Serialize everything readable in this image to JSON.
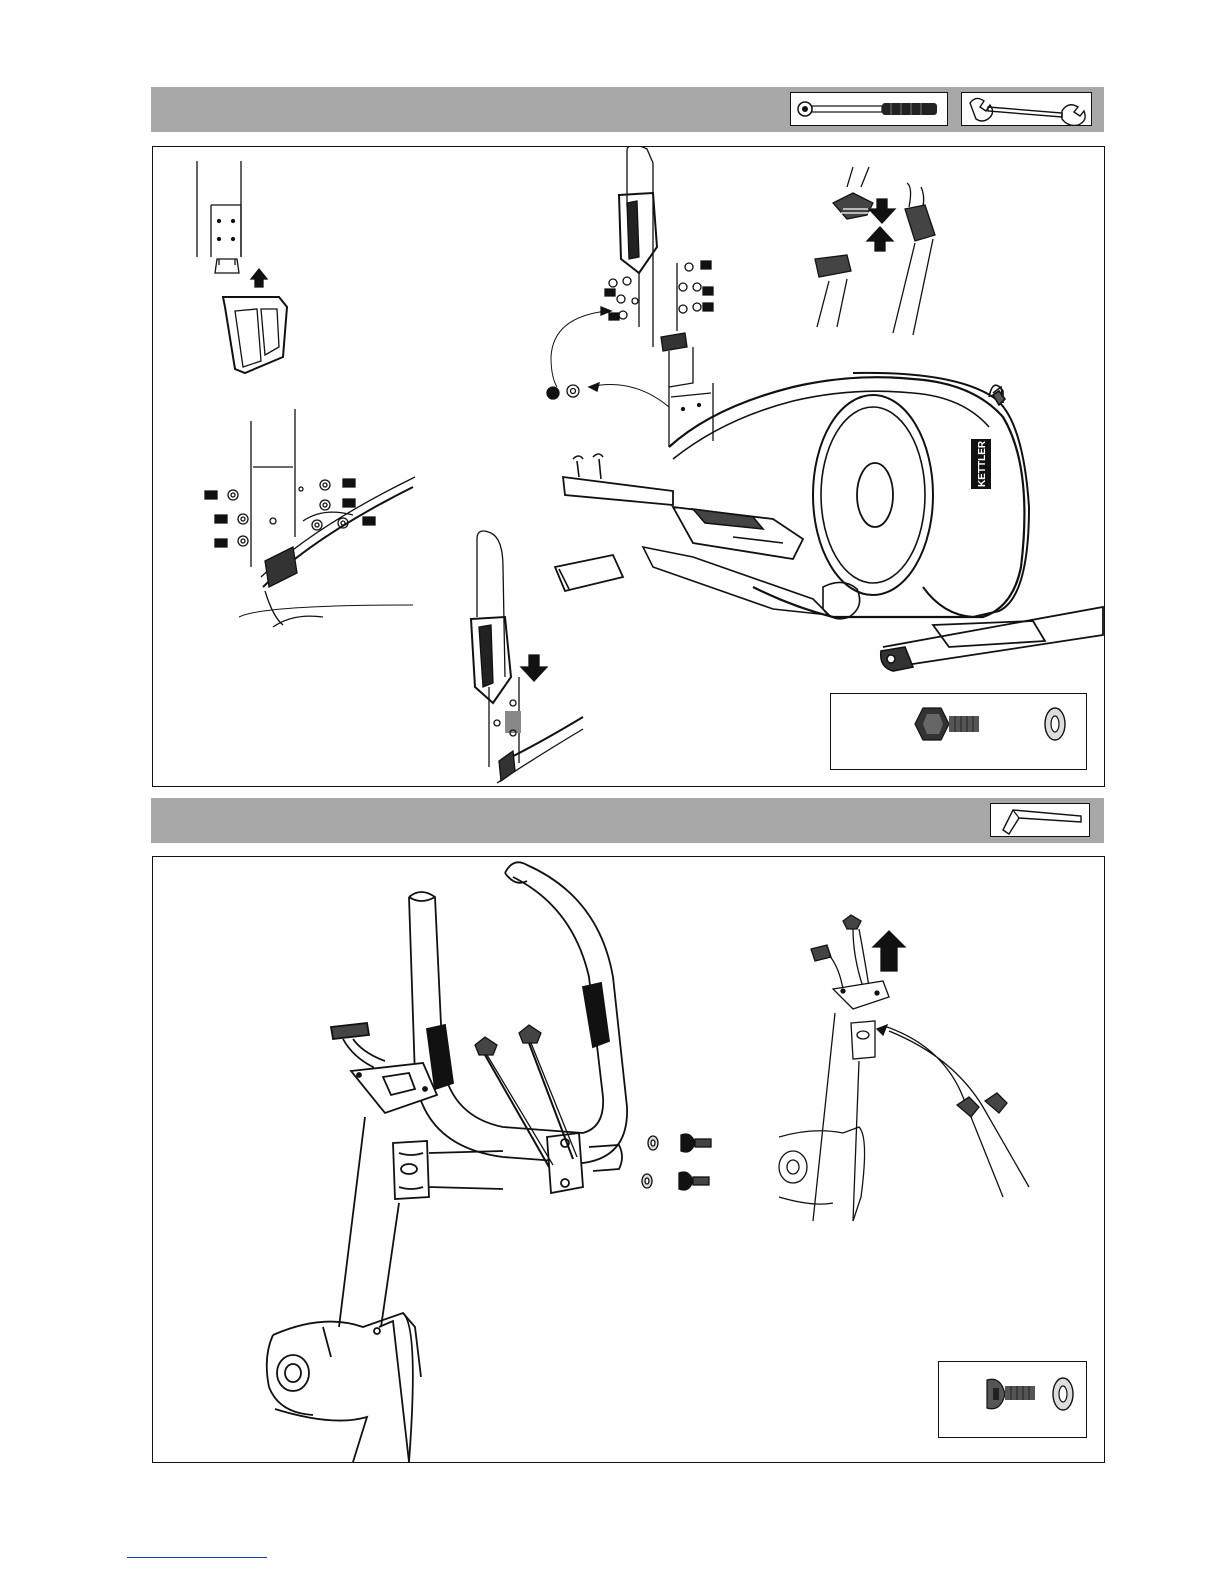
{
  "page": {
    "sections": [
      {
        "id": "step-1",
        "tools": [
          "torque-wrench-icon",
          "open-end-wrench-icon"
        ],
        "parts": [
          "hex-bolt-icon",
          "washer-icon"
        ]
      },
      {
        "id": "step-2",
        "tools": [
          "allen-key-icon"
        ],
        "parts": [
          "button-head-screw-icon",
          "washer-icon"
        ]
      }
    ],
    "brand_text": "KETTLER",
    "colors": {
      "header_gray": "#a8a8a8",
      "line": "#111111",
      "footer_link": "#1a3fb0"
    }
  }
}
